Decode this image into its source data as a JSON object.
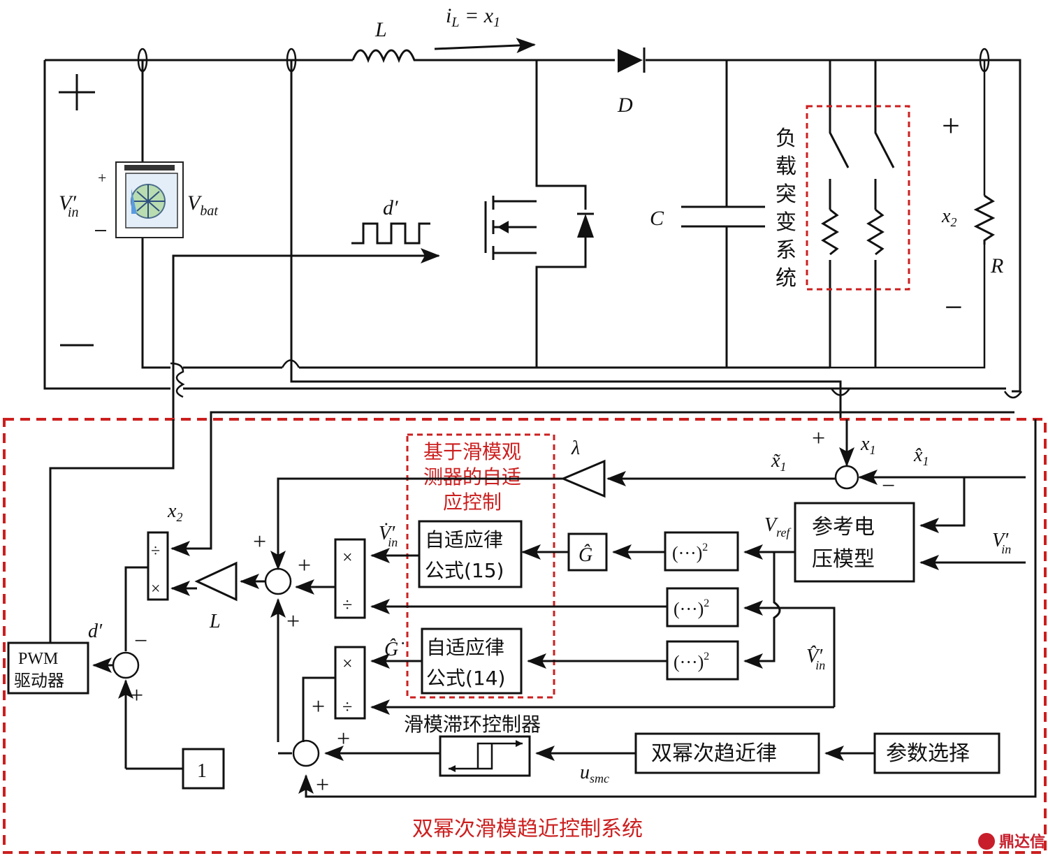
{
  "power_stage": {
    "inductor": "L",
    "current": "i",
    "current_sub": "L",
    "current_eq": " = x",
    "current_eq_sub": "1",
    "diode": "D",
    "capacitor": "C",
    "resistor": "R",
    "output_state": "x",
    "output_state_sub": "2",
    "switch_signal": "d′",
    "vin": "V′",
    "vin_sub": "in",
    "vbat": "V",
    "vbat_sub": "bat",
    "plus": "+",
    "minus": "−",
    "load_step_label": [
      "负",
      "载",
      "突",
      "变",
      "系",
      "统"
    ]
  },
  "controller": {
    "observer_title_lines": [
      "基于滑模观",
      "测器的自适",
      "应控制"
    ],
    "system_title": "双幂次滑模趋近控制系统",
    "lambda": "λ",
    "x1_error": "x̃",
    "x1_error_sub": "1",
    "x1_meas": "x",
    "x1_meas_sub": "1",
    "x1_hat": "x̂",
    "x1_hat_sub": "1",
    "x2": "x",
    "x2_sub": "2",
    "vref": "V",
    "vref_sub": "ref",
    "vin_in": "V′",
    "vin_in_sub": "in",
    "vin_dot": "V̇′",
    "vin_dot_sub": "in",
    "vin_hat": "V̂′",
    "vin_hat_sub": "in",
    "g_hat": "Ĝ",
    "g_hat_dot": "Ĝ̇",
    "gain_L": "L",
    "d_prime": "d′",
    "u_smc": "u",
    "u_smc_sub": "smc",
    "ref_model_lines": [
      "参考电",
      "压模型"
    ],
    "adapt15_lines": [
      "自适应律",
      "公式(15)"
    ],
    "adapt14_lines": [
      "自适应律",
      "公式(14)"
    ],
    "square": "(···)",
    "square_exp": "2",
    "hysteresis_label": "滑模滞环控制器",
    "reaching_law": "双幂次趋近律",
    "param_select": "参数选择",
    "pwm_lines": [
      "PWM",
      "驱动器"
    ],
    "const_one": "1",
    "div_sym": "÷",
    "mul_sym": "×"
  },
  "watermark": "鼎达信"
}
